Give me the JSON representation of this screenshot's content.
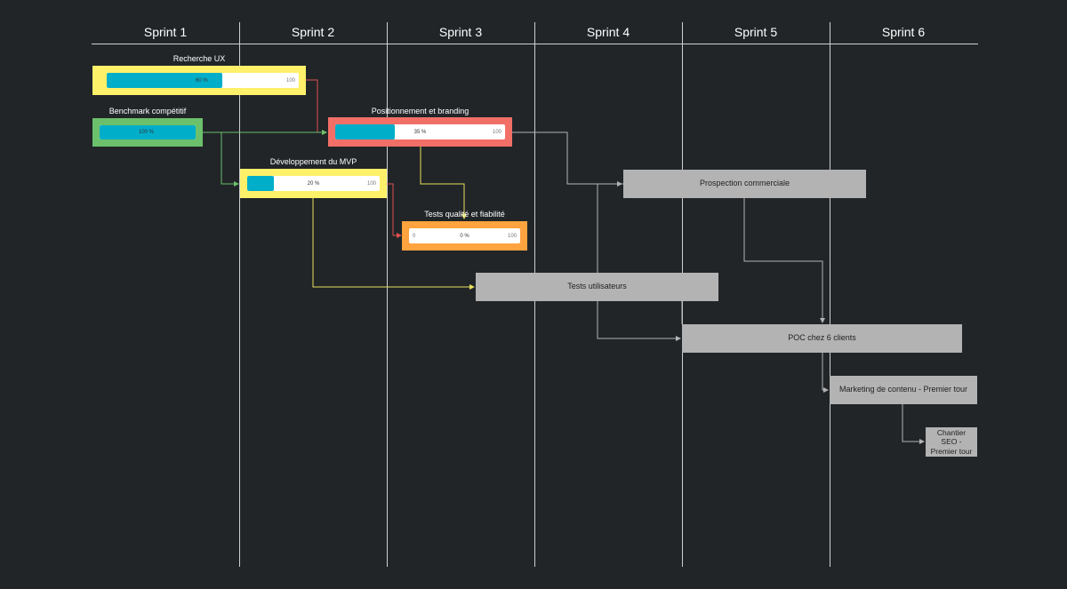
{
  "sprints": [
    "Sprint 1",
    "Sprint 2",
    "Sprint 3",
    "Sprint 4",
    "Sprint 5",
    "Sprint 6"
  ],
  "tasks_progress": [
    {
      "id": "ux",
      "title": "Recherche UX",
      "percent_label": "60 %",
      "max_label": "100",
      "min_label": "",
      "progress": 0.6,
      "color": "#fff06a"
    },
    {
      "id": "bench",
      "title": "Benchmark compétitif",
      "percent_label": "100 %",
      "max_label": "",
      "min_label": "",
      "progress": 1.0,
      "color": "#6cc06b"
    },
    {
      "id": "brand",
      "title": "Positionnement et branding",
      "percent_label": "35 %",
      "max_label": "100",
      "min_label": "",
      "progress": 0.35,
      "color": "#f26f68"
    },
    {
      "id": "mvp",
      "title": "Développement du MVP",
      "percent_label": "20 %",
      "max_label": "100",
      "min_label": "",
      "progress": 0.2,
      "color": "#fff06a"
    },
    {
      "id": "qa",
      "title": "Tests qualité et fiabilité",
      "percent_label": "0 %",
      "max_label": "100",
      "min_label": "0",
      "progress": 0.0,
      "color": "#ffa33f"
    }
  ],
  "tasks_plain": [
    {
      "id": "prospect",
      "label": "Prospection commerciale"
    },
    {
      "id": "usertests",
      "label": "Tests utilisateurs"
    },
    {
      "id": "poc",
      "label": "POC chez 6 clients"
    },
    {
      "id": "marketing",
      "label": "Marketing de contenu - Premier tour"
    },
    {
      "id": "seo",
      "label": "Chantier SEO - Premier tour"
    }
  ],
  "colors": {
    "background": "#212528",
    "grid": "#cfcfcf",
    "progress_fill": "#00aec9",
    "link_red": "#e05050",
    "link_green": "#6cc06b",
    "link_yellow": "#e8df5a",
    "link_gray": "#b3b3b3"
  }
}
